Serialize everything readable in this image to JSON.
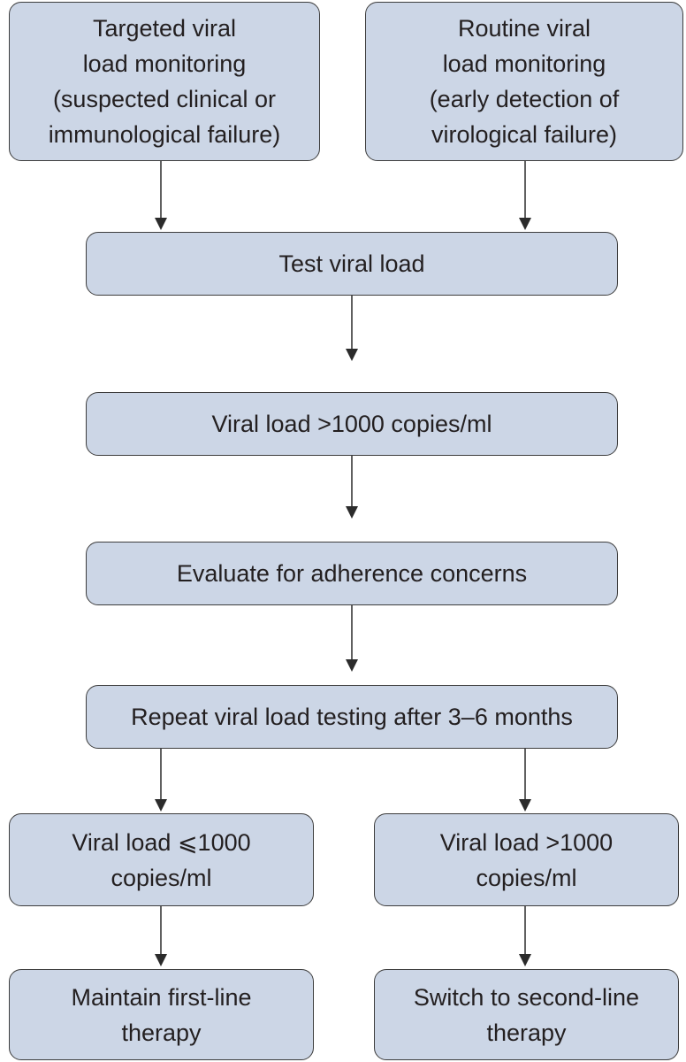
{
  "nodes": {
    "targeted": {
      "lines": [
        "Targeted viral",
        "load monitoring",
        "(suspected clinical or",
        "immunological failure)"
      ]
    },
    "routine": {
      "lines": [
        "Routine viral",
        "load monitoring",
        "(early detection of",
        "virological failure)"
      ]
    },
    "test": {
      "lines": [
        "Test viral load"
      ]
    },
    "vl_high": {
      "lines": [
        "Viral load >1000 copies/ml"
      ]
    },
    "adherence": {
      "lines": [
        "Evaluate for adherence concerns"
      ]
    },
    "repeat": {
      "lines": [
        "Repeat viral load testing after 3–6 months"
      ]
    },
    "vl_low_outcome": {
      "lines": [
        "Viral load ⩽1000",
        "copies/ml"
      ]
    },
    "vl_high_outcome": {
      "lines": [
        "Viral load >1000",
        "copies/ml"
      ]
    },
    "maintain": {
      "lines": [
        "Maintain first-line",
        "therapy"
      ]
    },
    "switch": {
      "lines": [
        "Switch to second-line",
        "therapy"
      ]
    }
  },
  "edges": [
    {
      "from": "targeted",
      "to": "test"
    },
    {
      "from": "routine",
      "to": "test"
    },
    {
      "from": "test",
      "to": "vl_high"
    },
    {
      "from": "vl_high",
      "to": "adherence"
    },
    {
      "from": "adherence",
      "to": "repeat"
    },
    {
      "from": "repeat",
      "to": "vl_low_outcome"
    },
    {
      "from": "repeat",
      "to": "vl_high_outcome"
    },
    {
      "from": "vl_low_outcome",
      "to": "maintain"
    },
    {
      "from": "vl_high_outcome",
      "to": "switch"
    }
  ],
  "colors": {
    "box_fill": "#ccd6e6",
    "box_border": "#3d3d3d",
    "arrow": "#2b2b2b",
    "text": "#231f20"
  }
}
